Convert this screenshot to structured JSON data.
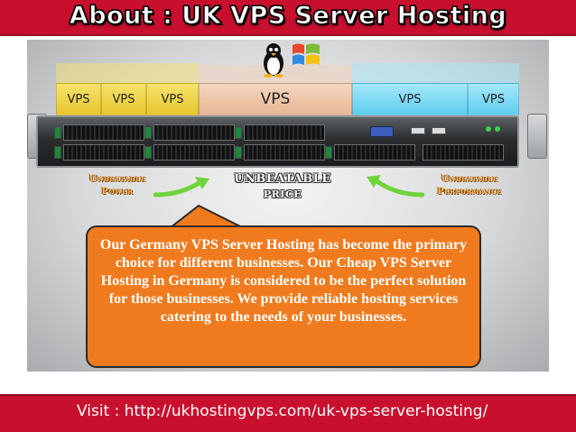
{
  "header": {
    "title": "About : UK VPS Server Hosting"
  },
  "diagram": {
    "vps_labels": [
      "VPS",
      "VPS",
      "VPS",
      "VPS",
      "VPS",
      "VPS"
    ],
    "features": {
      "power": {
        "line1": "Unbeatable",
        "line2": "Power"
      },
      "price": {
        "line1": "UNBEATABLE",
        "line2": "PRICE"
      },
      "performance": {
        "line1": "Unbeatable",
        "line2": "Performance"
      }
    },
    "icons": [
      "linux-penguin-icon",
      "windows-logo-icon"
    ]
  },
  "callout": {
    "text": "Our Germany VPS Server Hosting has become the primary choice for different businesses. Our Cheap VPS Server Hosting in Germany is considered to be the perfect solution for those businesses. We provide reliable hosting services catering to the needs of your businesses."
  },
  "footer": {
    "link_text": "Visit : http://ukhostingvps.com/uk-vps-server-hosting/"
  },
  "colors": {
    "banner": "#c8102e",
    "callout": "#f07b1e",
    "yellow_vps": "#e8c62d",
    "peach_vps": "#e7b793",
    "cyan_vps": "#5dcdf0",
    "arrow": "#6fd43a"
  }
}
